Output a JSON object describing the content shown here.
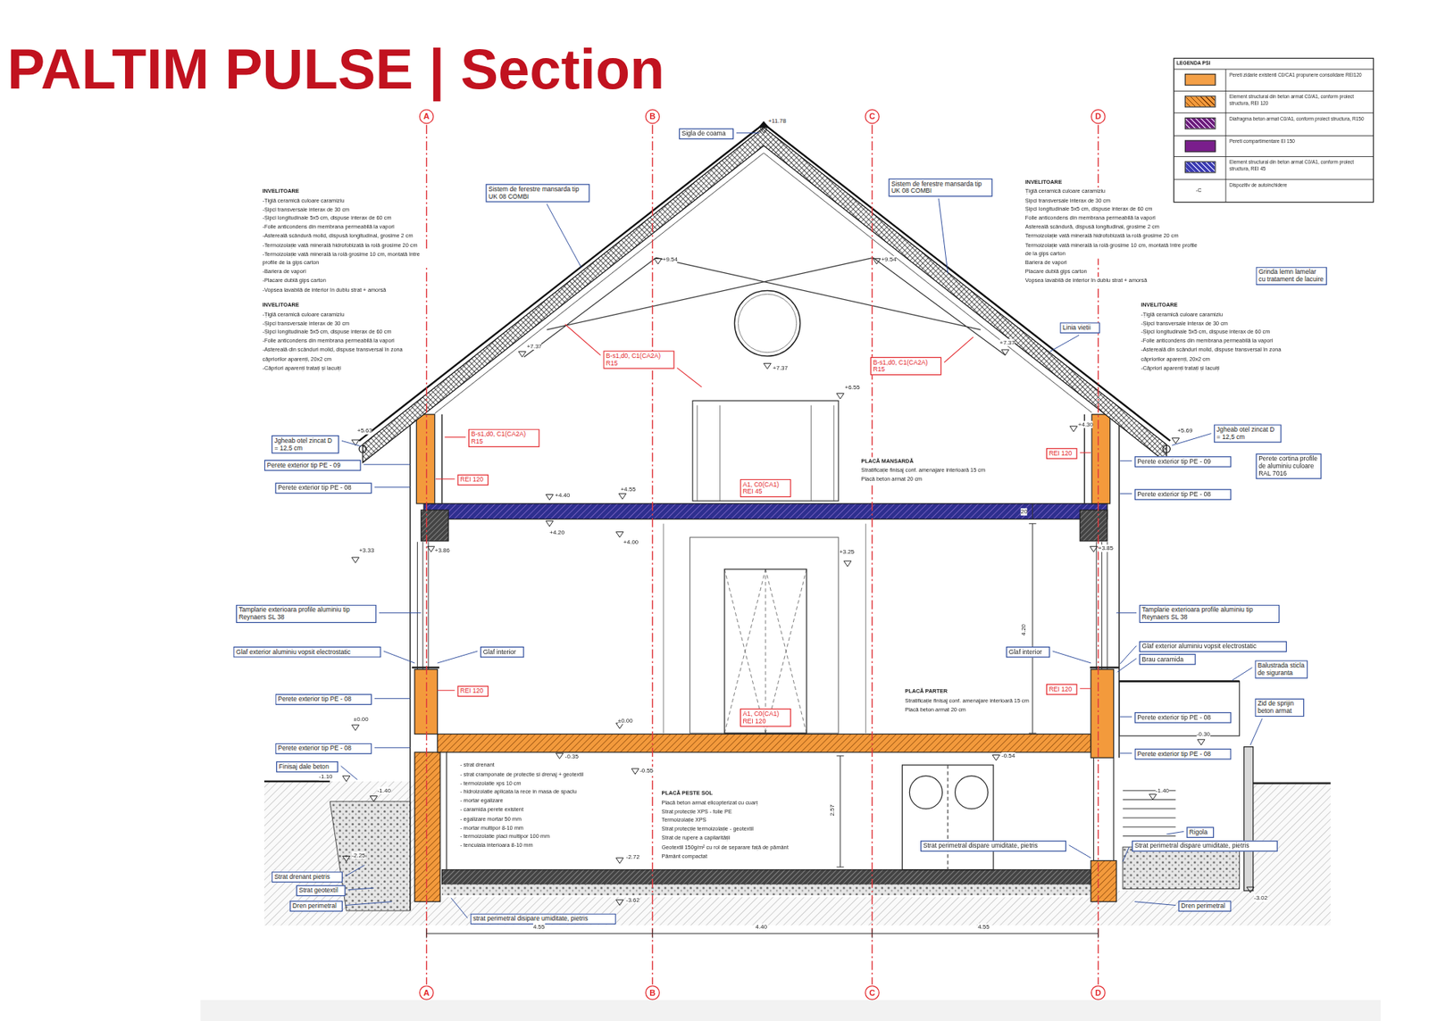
{
  "diagram": {
    "title": "PALTIM PULSE | Section",
    "nodes": [
      {
        "text": [
          "A"
        ]
      },
      {
        "text": [
          "B"
        ]
      },
      {
        "text": [
          "C"
        ]
      },
      {
        "text": [
          "D"
        ]
      },
      {
        "text": [
          "Sigla de coama"
        ]
      },
      {
        "text": [
          "Sistem de ferestre mansarda tip UK 08 COMBI"
        ]
      },
      {
        "text": [
          "Sistem de ferestre mansarda tip UK 08 COMBI"
        ]
      },
      {
        "text": [
          "Grinda lemn lamelar cu tratament de lacuire"
        ]
      },
      {
        "text": [
          "Linia vietii"
        ]
      },
      {
        "text": [
          "B-s1,d0, C1(CA2A) R15"
        ]
      },
      {
        "text": [
          "B-s1,d0, C1(CA2A) R15"
        ]
      },
      {
        "text": [
          "B-s1,d0, C1(CA2A) R15"
        ]
      },
      {
        "text": [
          "Jgheab otel zincat D = 12,5 cm"
        ]
      },
      {
        "text": [
          "Jgheab otel zincat D = 12,5 cm"
        ]
      },
      {
        "text": [
          "Perete exterior tip PE - 09"
        ]
      },
      {
        "text": [
          "Perete exterior tip PE - 08"
        ]
      },
      {
        "text": [
          "REI 120"
        ]
      },
      {
        "text": [
          "REI 120"
        ]
      },
      {
        "text": [
          "Perete exterior tip PE - 09"
        ]
      },
      {
        "text": [
          "Perete cortina profile de aluminiu culoare RAL 7016"
        ]
      },
      {
        "text": [
          "Perete exterior tip PE - 08"
        ]
      },
      {
        "text": [
          "A1, C0(CA1) REI 45"
        ]
      },
      {
        "text": [
          "Tamplarie exterioara profile aluminiu tip Reynaers SL 38"
        ]
      },
      {
        "text": [
          "Tamplarie exterioara profile aluminiu tip Reynaers SL 38"
        ]
      },
      {
        "text": [
          "Glaf exterior aluminiu vopsit electrostatic"
        ]
      },
      {
        "text": [
          "Glaf interior"
        ]
      },
      {
        "text": [
          "Glaf interior"
        ]
      },
      {
        "text": [
          "Glaf exterior aluminiu vopsit electrostatic"
        ]
      },
      {
        "text": [
          "Brau caramida"
        ]
      },
      {
        "text": [
          "Balustrada sticla de siguranta"
        ]
      },
      {
        "text": [
          "REI 120"
        ]
      },
      {
        "text": [
          "REI 120"
        ]
      },
      {
        "text": [
          "Perete exterior tip PE - 08"
        ]
      },
      {
        "text": [
          "Zid de sprijin beton armat"
        ]
      },
      {
        "text": [
          "Perete exterior tip PE - 08"
        ]
      },
      {
        "text": [
          "A1, C0(CA1) REI 120"
        ]
      },
      {
        "text": [
          "Perete exterior tip PE - 08"
        ]
      },
      {
        "text": [
          "Perete exterior tip PE - 08"
        ]
      },
      {
        "text": [
          "Finisaj dale beton"
        ]
      },
      {
        "text": [
          "Rigola"
        ]
      },
      {
        "text": [
          "Strat perimetral dispare umiditate, pietris"
        ]
      },
      {
        "text": [
          "Strat perimetral dispare umiditate, pietris"
        ]
      },
      {
        "text": [
          "Strat drenant pietris"
        ]
      },
      {
        "text": [
          "Strat geotextil"
        ]
      },
      {
        "text": [
          "Dren perimetral"
        ]
      },
      {
        "text": [
          "Dren perimetral"
        ]
      },
      {
        "text": [
          "strat perimetral disipare umiditate, pietris"
        ]
      },
      {
        "text": [
          "A"
        ]
      },
      {
        "text": [
          "B"
        ]
      },
      {
        "text": [
          "C"
        ]
      },
      {
        "text": [
          "D"
        ]
      }
    ],
    "labels": [
      "INVELITOARE",
      "-Țiglă ceramică culoare caramiziu",
      "-Șipci transversale interax de 30 cm",
      "-Șipci longitudinale 5x5 cm, dispuse interax de 60 cm",
      "-Folie anticondens din membrana permeabilă la vapori",
      "-Astereală scândură molid, dispusă longitudinal, grosime 2 cm",
      "-Termoizolație vată minerală hidrofobizată la rolă grosime 20 cm",
      "-Termoizolație vată minerală la rolă grosime 10 cm, montată între profile de la gips carton",
      "-Bariera de vapori",
      "-Placare dublă gips carton",
      "-Vopsea lavabilă de interior în dublu strat + amorsă",
      "INVELITOARE",
      "-Țiglă ceramică culoare caramiziu",
      "-Șipci transversale interax de 30 cm",
      "-Șipci longitudinale 5x5 cm, dispuse interax de 60 cm",
      "-Folie anticondens din membrana permeabilă la vapori",
      "-Astereală din scânduri molid, dispuse transversal în zona căpriorilor aparenți, 20x2 cm",
      "-Căpriori aparenți tratați și lacuiți",
      "INVELITOARE",
      "Țiglă ceramică culoare caramiziu",
      "Șipci transversale interax de 30 cm",
      "Șipci longitudinale 5x5 cm, dispuse interax de 60 cm",
      "Folie anticondens din membrana permeabilă la vapori",
      "Astereală scândură, dispusă longitudinal, grosime 2 cm",
      "Termoizolație vată minerală hidrofobizată la rolă grosime 20 cm",
      "Termoizolație vată minerală la rolă grosime 10 cm, montată între profile de la gips carton",
      "Bariera de vapori",
      "Placare dublă gips carton",
      "Vopsea lavabilă de interior în dublu strat + amorsă",
      "INVELITOARE",
      "-Țiglă ceramică culoare caramiziu",
      "-Șipci transversale interax de 30 cm",
      "-Șipci longitudinale 5x5 cm, dispuse interax de 60 cm",
      "-Folie anticondens din membrana permeabilă la vapori",
      "-Astereală din scânduri molid, dispuse transversal în zona căpriorilor aparenți, 20x2 cm",
      "-Căpriori aparenți tratați și lacuiți",
      "PLACĂ MANSARDĂ",
      "Stratificație finisaj conf. amenajare interioară 15 cm",
      "Placă beton armat 20 cm",
      "PLACĂ PARTER",
      "Stratificație finisaj conf. amenajare interioară 15 cm",
      "Placă beton armat 20 cm",
      "PLACĂ PESTE SOL",
      "Placă beton armat elicopterizat cu cuarț",
      "Strat protecție XPS - folie PE",
      "Termoizolație XPS",
      "Strat protecție termoizolație - geotextil",
      "Strat de rupere a capilarității",
      "Geotextil 150g/m² cu rol de separare față de pământ",
      "Pământ compactat",
      "- strat drenant",
      "- strat cramponate de protectie si drenaj + geotextil",
      "- termoizolatie xps 10 cm",
      "- hidroizolatie aplicata la rece in masa de spaclu",
      "- mortar egalizare",
      "- caramida perete existent",
      "- egalizare mortar 50 mm",
      "- mortar multipor 8-10 mm",
      "- termoizolatie placi multipor 100 mm",
      "- tencuiala interioara 8-10 mm",
      "LEGENDA PSI",
      "-C",
      "+11.78",
      "+9.54",
      "+9.54",
      "+7.37",
      "+7.37",
      "+7.37",
      "+6.55",
      "+5.63",
      "+5.69",
      "+4.30",
      "+4.40",
      "+4.55",
      "+4.20",
      "+4.00",
      "+3.86",
      "+3.85",
      "+3.33",
      "+3.25",
      "±0.00",
      "±0.00",
      "-0.35",
      "-0.55",
      "-0.54",
      "-1.10",
      "-1.40",
      "-1.40",
      "-0.30",
      "-2.25",
      "-2.72",
      "-3.62",
      "-3.02",
      "4.55",
      "4.40",
      "4.55",
      "4.20",
      "2.57",
      "20"
    ],
    "legend": [
      {
        "text": "Pereti zidarie existenti C0/CA1 propunere consolidare REI120",
        "color": "#f4a047"
      },
      {
        "text": "Element structural din beton armat C0/A1, conform proiect structura, REI 120"
      },
      {
        "text": "Diafragma beton armat C0/A1, conform proiect structura, R150"
      },
      {
        "text": "Pereti compartimentare EI 150",
        "color": "#7a1e8c"
      },
      {
        "text": "Element structural din beton armat C0/A1, conform proiect structura, REI 45"
      },
      {
        "text": "Dispozitiv de autoinchidere"
      }
    ]
  }
}
